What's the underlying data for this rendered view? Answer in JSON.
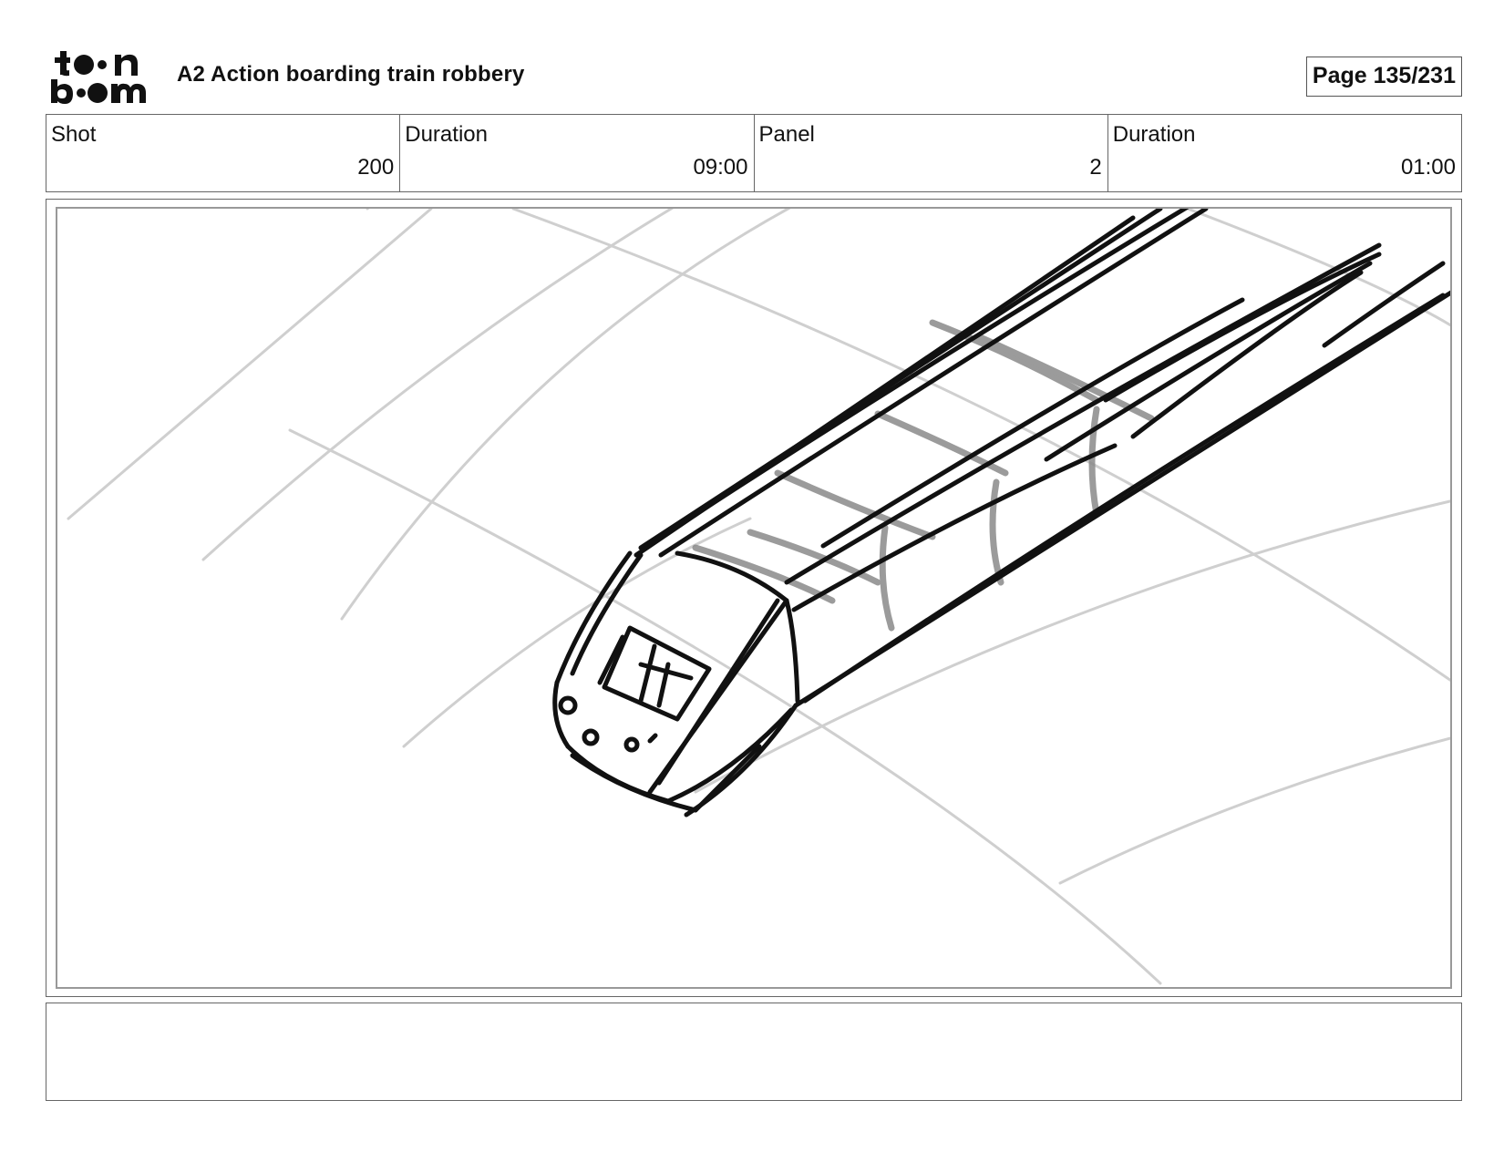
{
  "header": {
    "logo_top": "toon",
    "logo_bottom": "boom",
    "title": "A2 Action boarding train robbery",
    "page": "Page 135/231"
  },
  "info": [
    {
      "label": "Shot",
      "value": "200"
    },
    {
      "label": "Duration",
      "value": "09:00"
    },
    {
      "label": "Panel",
      "value": "2"
    },
    {
      "label": "Duration",
      "value": "01:00"
    }
  ],
  "panel": {
    "icon": "train-sketch",
    "colors": {
      "ink": "#111111",
      "guide": "#cfcfcf",
      "shade": "#8a8a8a"
    }
  },
  "notes": {
    "text": ""
  }
}
